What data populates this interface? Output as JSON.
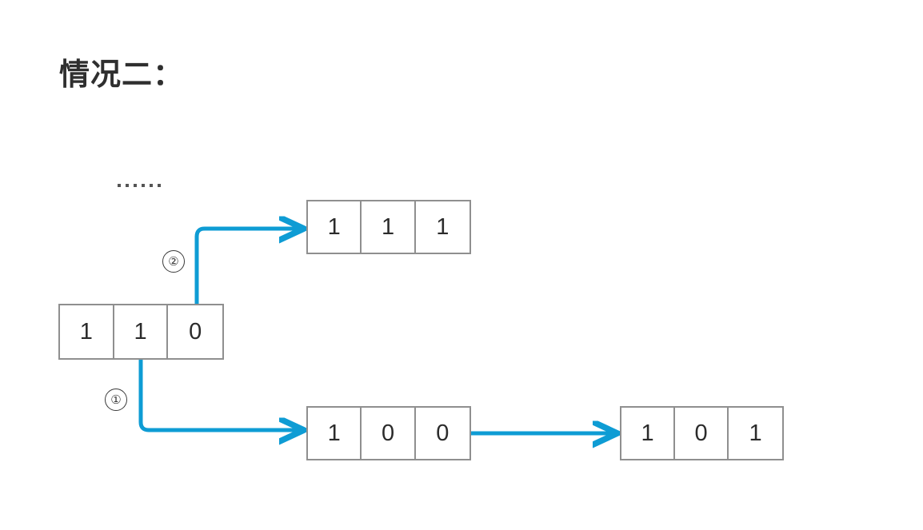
{
  "page": {
    "title": "情况二：",
    "background_color": "#ffffff"
  },
  "colors": {
    "arrow_blue": "#0e9cd4",
    "box_border_gray": "#8f8f8f",
    "text_dark": "#2b2b2b",
    "title_dark": "#2f2f2f",
    "dot_gray": "#555555"
  },
  "ellipsis": {
    "name": "continuation-dots",
    "dot_count": 6,
    "text": "......"
  },
  "nodes": [
    {
      "id": "node-head",
      "name": "trie-node-head",
      "cells": [
        "1",
        "1",
        "0"
      ]
    },
    {
      "id": "node-top",
      "name": "trie-node-top-branch",
      "cells": [
        "1",
        "1",
        "1"
      ]
    },
    {
      "id": "node-midbot",
      "name": "trie-node-bottom-first",
      "cells": [
        "1",
        "0",
        "0"
      ]
    },
    {
      "id": "node-right",
      "name": "trie-node-bottom-second",
      "cells": [
        "1",
        "0",
        "1"
      ]
    }
  ],
  "edges": [
    {
      "id": "edge-1",
      "name": "edge-branch-one",
      "label": "①",
      "from": "node-head",
      "to": "node-midbot",
      "color": "#0e9cd4"
    },
    {
      "id": "edge-2",
      "name": "edge-branch-two",
      "label": "②",
      "from": "node-head",
      "to": "node-top",
      "color": "#0e9cd4"
    },
    {
      "id": "edge-3",
      "name": "edge-bottom-chain",
      "label": "",
      "from": "node-midbot",
      "to": "node-right",
      "color": "#0e9cd4"
    }
  ]
}
